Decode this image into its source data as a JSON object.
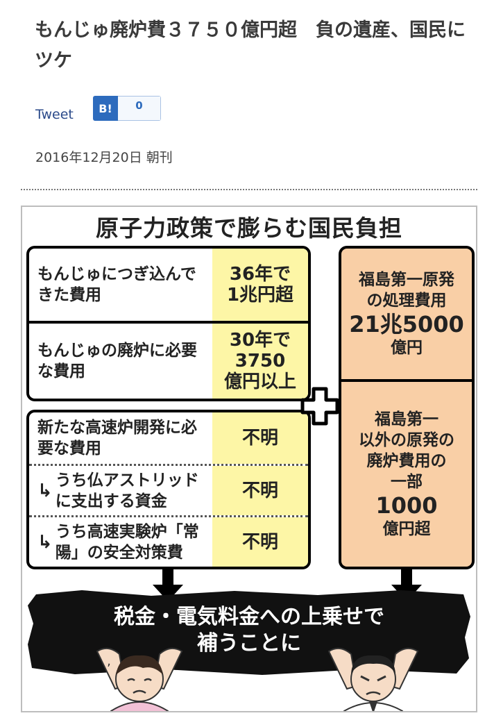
{
  "article": {
    "title": "もんじゅ廃炉費３７５０億円超　負の遺産、国民にツケ",
    "tweet_label": "Tweet",
    "hatebu_icon_label": "B!",
    "hatebu_count": "0",
    "date": "2016年12月20日 朝刊"
  },
  "figure": {
    "title": "原子力政策で膨らむ国民負担",
    "left_top": [
      {
        "label": "もんじゅにつぎ込んできた費用",
        "value": [
          "36年で",
          "1兆円超"
        ]
      },
      {
        "label": "もんじゅの廃炉に必要な費用",
        "value": [
          "30年で",
          "3750",
          "億円以上"
        ]
      }
    ],
    "left_bottom": [
      {
        "arrow": "",
        "label": "新たな高速炉開発に必要な費用",
        "value": "不明"
      },
      {
        "arrow": "↳",
        "label": "うち仏アストリッドに支出する資金",
        "value": "不明"
      },
      {
        "arrow": "↳",
        "label": "うち高速実験炉「常陽」の安全対策費",
        "value": "不明"
      }
    ],
    "right_top": {
      "line1": "福島第一原発",
      "line2": "の処理費用",
      "amount": "21兆5000",
      "unit": "億円"
    },
    "right_bottom": {
      "line1": "福島第一",
      "line2": "以外の原発の",
      "line3": "廃炉費用の",
      "line4": "一部",
      "amount": "1000",
      "unit": "億円超"
    },
    "banner": {
      "line1": "税金・電気料金への上乗せで",
      "line2": "補うことに"
    },
    "colors": {
      "yellow": "#fdf6a6",
      "orange": "#f9cfa6",
      "banner": "#111111"
    }
  }
}
